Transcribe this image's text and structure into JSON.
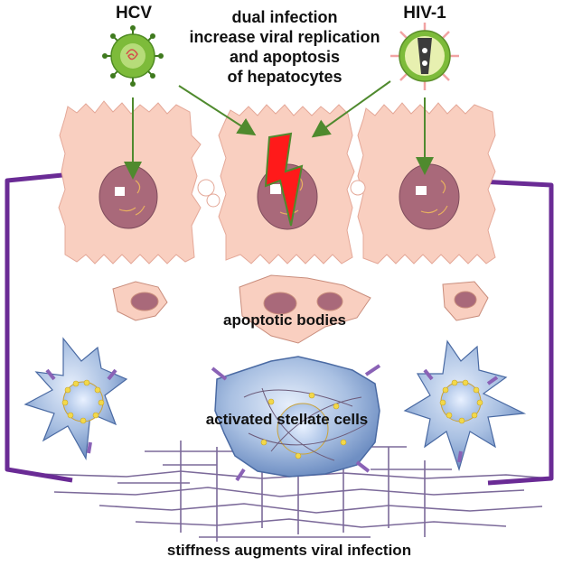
{
  "labels": {
    "hcv": "HCV",
    "hiv": "HIV-1",
    "dual_infection": [
      "dual infection",
      "increase viral replication",
      "and apoptosis",
      "of hepatocytes"
    ],
    "apoptotic_bodies": "apoptotic bodies",
    "stellate_cells": "activated stellate cells",
    "stiffness": "stiffness augments viral infection"
  },
  "colors": {
    "hepatocyte": "#f9cfc0",
    "nucleus": "#a9697a",
    "arrow": "#4f8a2e",
    "bracket": "#6a2b95",
    "stellate": "#9db6db",
    "fiber": "#7c6a9a",
    "lightning": "#ff1a1a",
    "hcv_virus": "#7dbb3a",
    "hiv_virus": "#e7f0b0"
  }
}
